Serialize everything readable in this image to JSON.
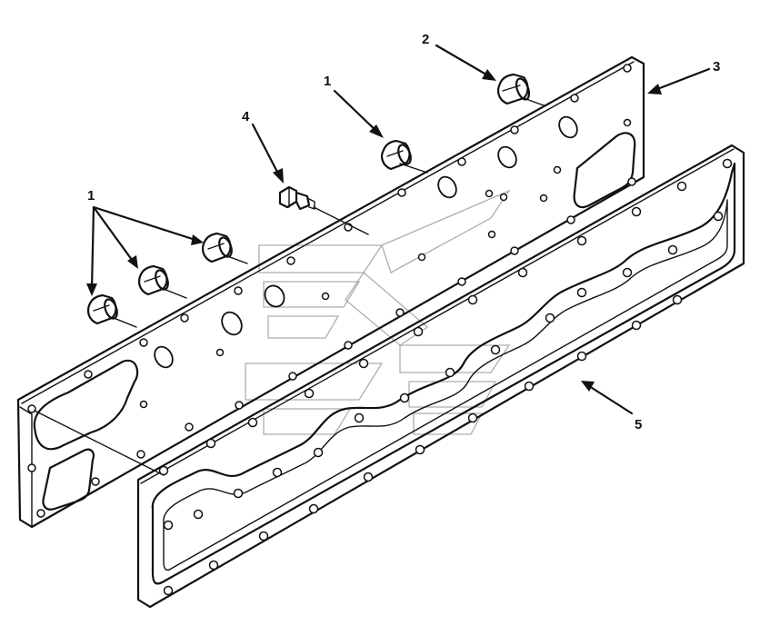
{
  "callouts": [
    {
      "id": "callout-1-top",
      "text": "1"
    },
    {
      "id": "callout-2",
      "text": "2"
    },
    {
      "id": "callout-3",
      "text": "3"
    },
    {
      "id": "callout-4",
      "text": "4"
    },
    {
      "id": "callout-1-left",
      "text": "1"
    },
    {
      "id": "callout-5",
      "text": "5"
    }
  ],
  "colors": {
    "ink": "#111111",
    "watermark": "#9a9a9a",
    "background": "#ffffff"
  }
}
